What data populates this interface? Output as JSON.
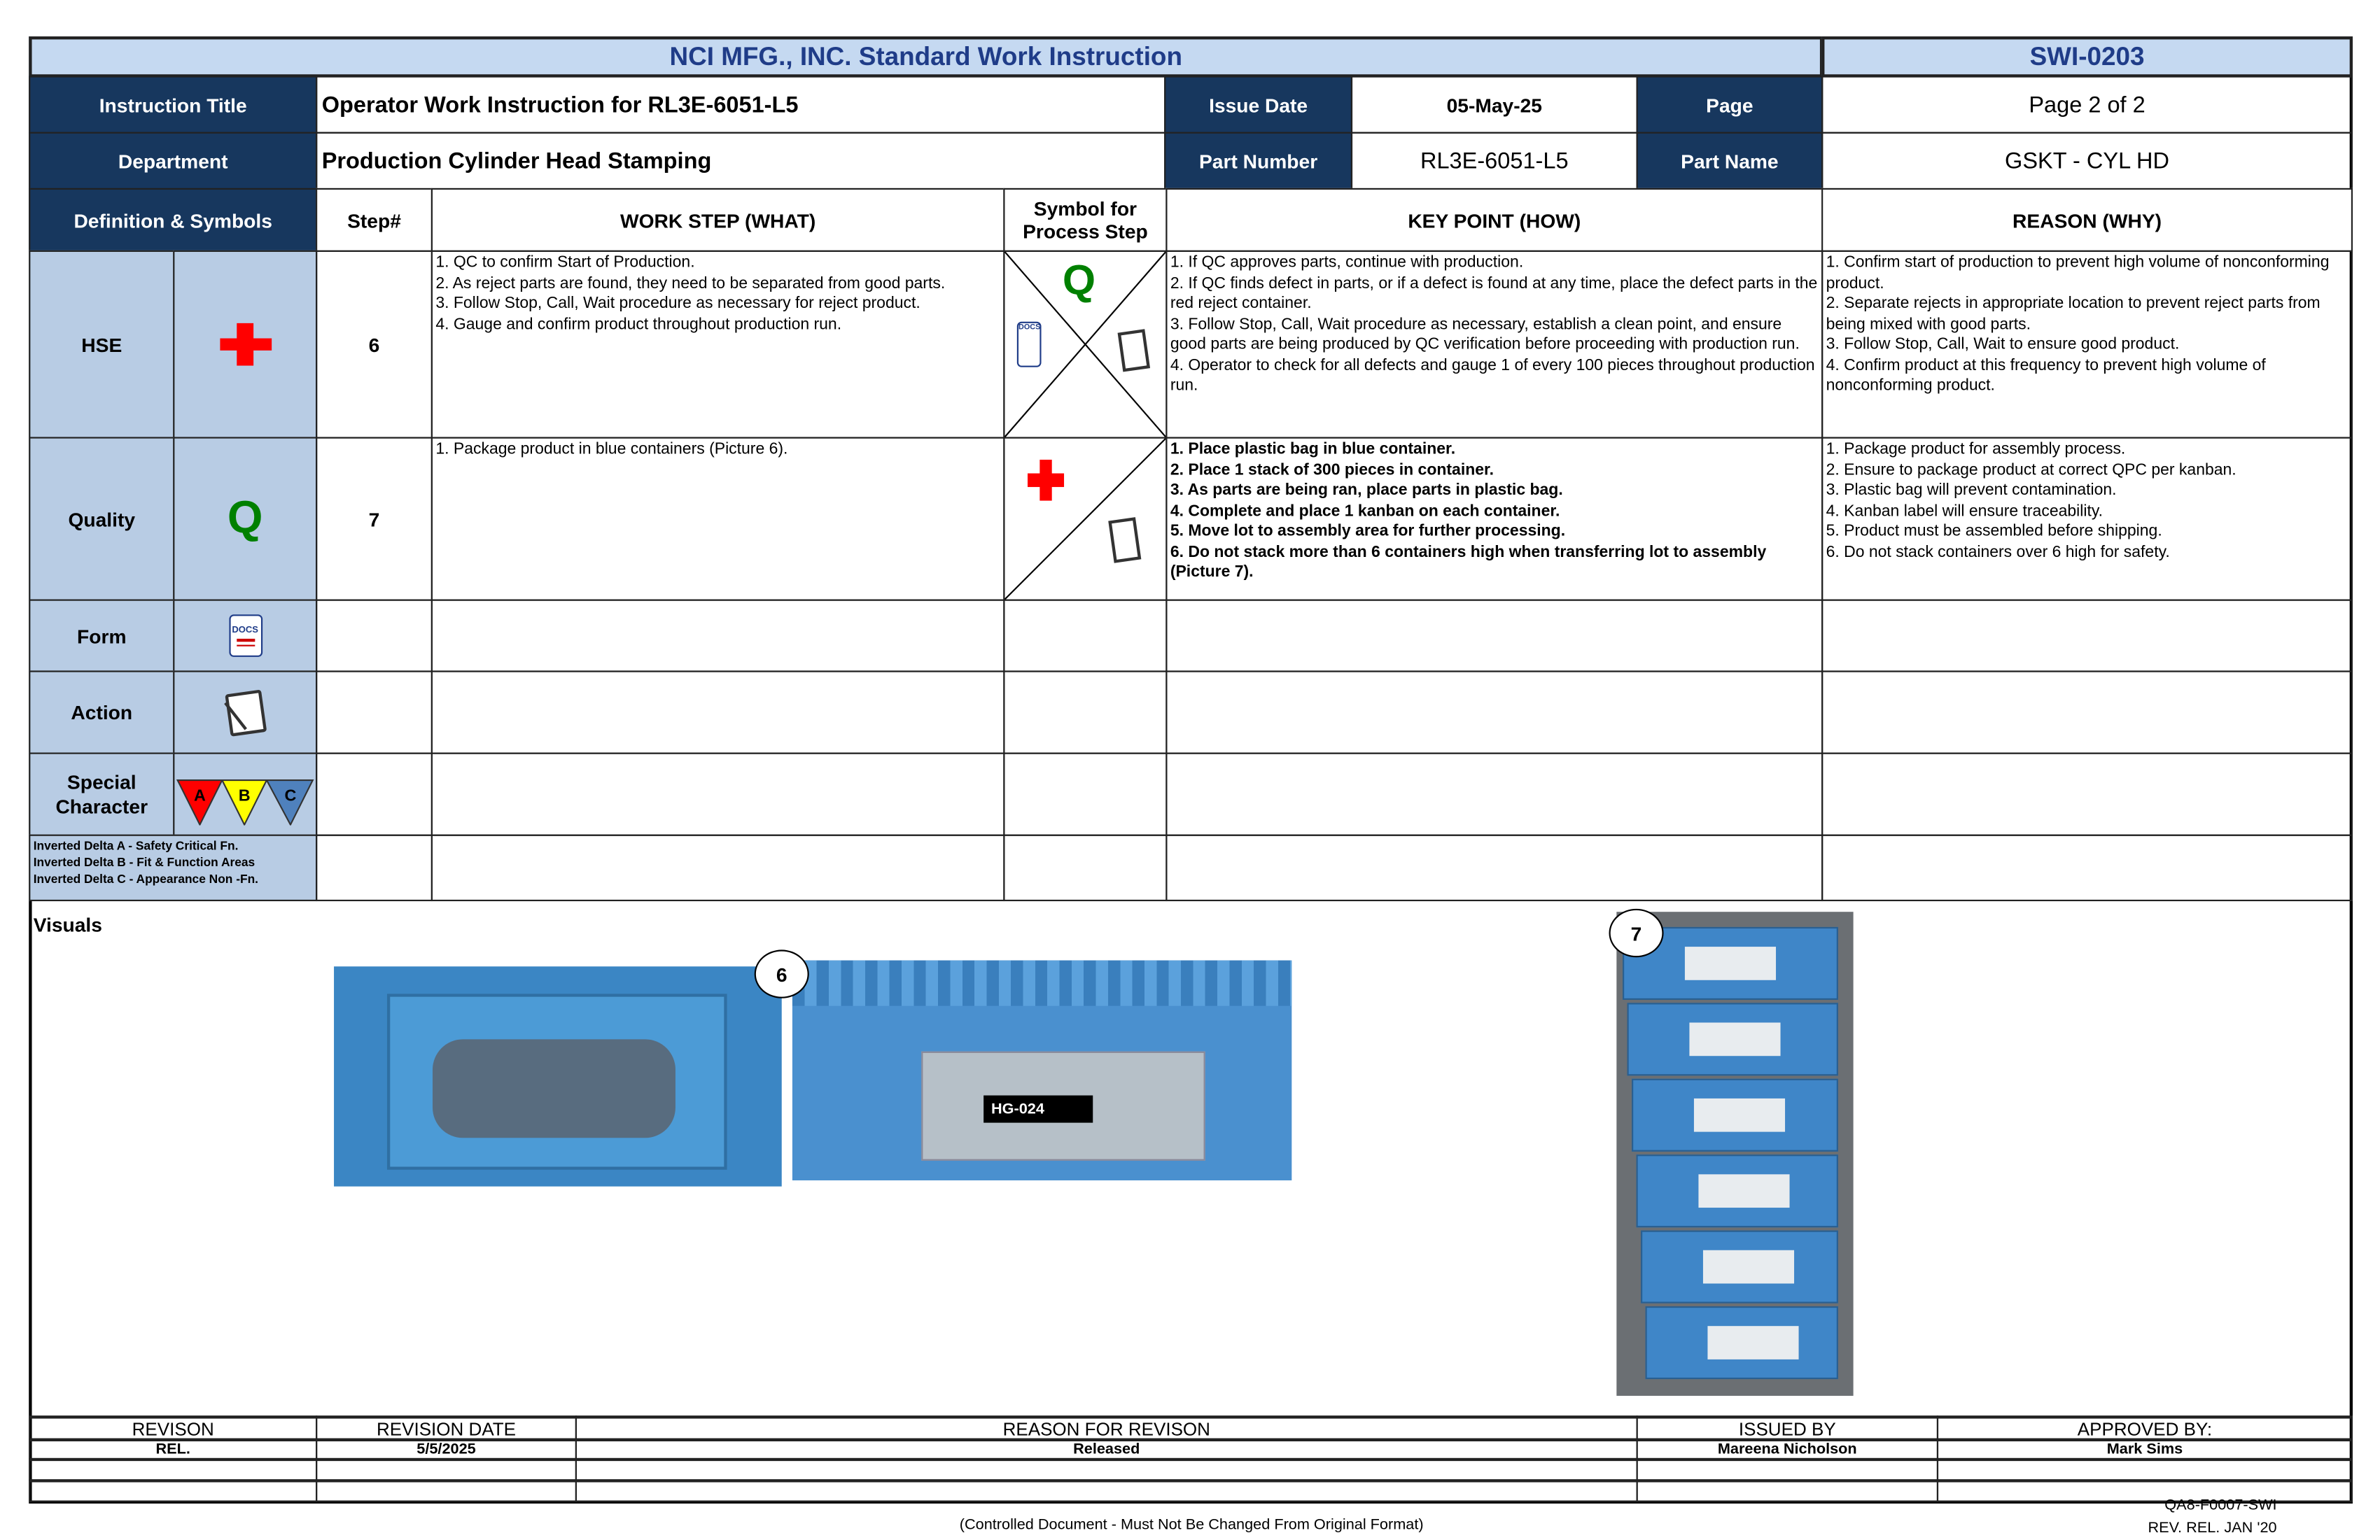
{
  "header": {
    "title": "NCI MFG., INC. Standard Work Instruction",
    "doc_id": "SWI-0203"
  },
  "info": {
    "instruction_title_label": "Instruction Title",
    "instruction_title": "Operator Work Instruction for RL3E-6051-L5",
    "issue_date_label": "Issue Date",
    "issue_date": "05-May-25",
    "page_label": "Page",
    "page": "Page 2 of 2",
    "department_label": "Department",
    "department": "Production Cylinder Head Stamping",
    "part_number_label": "Part Number",
    "part_number": "RL3E-6051-L5",
    "part_name_label": "Part Name",
    "part_name": "GSKT - CYL HD"
  },
  "columns": {
    "definitions": "Definition & Symbols",
    "step": "Step#",
    "work_step": "WORK STEP (WHAT)",
    "symbol": "Symbol for Process Step",
    "key_point": "KEY POINT (HOW)",
    "reason": "REASON (WHY)"
  },
  "symbols": {
    "hse": "HSE",
    "quality": "Quality",
    "form": "Form",
    "action": "Action",
    "special": "Special Character",
    "q_glyph": "Q",
    "form_icon_text": "DOCS",
    "deltas": [
      "A",
      "B",
      "C"
    ],
    "delta_colors": [
      "#ff0000",
      "#ffff00",
      "#4f81bd"
    ],
    "legend": [
      "Inverted Delta A - Safety Critical Fn.",
      "Inverted Delta B - Fit & Function Areas",
      "Inverted Delta C  - Appearance Non -Fn."
    ]
  },
  "steps": [
    {
      "number": "6",
      "work": [
        "1. QC to confirm Start of Production.",
        "2. As reject parts are found, they need to be separated from good parts.",
        "3. Follow Stop, Call, Wait procedure as necessary for reject product.",
        "4. Gauge and confirm product throughout production run."
      ],
      "symbols": [
        "quality-q-icon",
        "form-docs-icon",
        "action-clipboard-icon"
      ],
      "key": [
        "1. If QC approves parts, continue with production.",
        "2. If QC finds defect in parts, or if a defect is found at any time, place the defect parts in the red reject container.",
        "3. Follow Stop, Call, Wait procedure as necessary, establish a clean point, and ensure good parts are being produced by QC verification before proceeding with production run.",
        "4. Operator to check for all defects and gauge 1 of every 100 pieces throughout production run."
      ],
      "reason": [
        "1. Confirm start of production to prevent high volume of nonconforming product.",
        "2. Separate rejects in appropriate location to prevent reject parts from being mixed with good parts.",
        "3. Follow Stop, Call, Wait to ensure good product.",
        "4. Confirm product at this frequency to prevent high volume of nonconforming product."
      ]
    },
    {
      "number": "7",
      "work": [
        "1. Package product in blue containers (Picture 6)."
      ],
      "symbols": [
        "hse-cross-icon",
        "action-clipboard-icon"
      ],
      "key": [
        "1. Place plastic bag in blue container.",
        "2. Place 1 stack of 300 pieces in container.",
        "3. As parts are being ran, place parts in plastic bag.",
        "4. Complete and place 1 kanban on each container.",
        "5. Move lot to assembly area for further processing.",
        "6. Do not stack more than 6 containers high when transferring lot to assembly (Picture 7)."
      ],
      "reason": [
        "1. Package product for assembly process.",
        "2. Ensure to package product at correct QPC per kanban.",
        "3. Plastic bag will prevent contamination.",
        "4. Kanban label will ensure traceability.",
        "5. Product must be assembled before shipping.",
        "6. Do not stack containers over 6 high for safety."
      ]
    }
  ],
  "visuals": {
    "label": "Visuals",
    "picture_6": "6",
    "picture_7": "7",
    "container_label": "HG-024"
  },
  "revision": {
    "headers": [
      "REVISON",
      "REVISION DATE",
      "REASON FOR REVISON",
      "ISSUED BY",
      "APPROVED BY:"
    ],
    "rows": [
      [
        "REL.",
        "5/5/2025",
        "Released",
        "Mareena Nicholson",
        "Mark Sims"
      ]
    ]
  },
  "footer": {
    "controlled": "(Controlled Document - Must Not Be Changed From Original Format)",
    "form_id": "QA8-F0007-SWI",
    "form_rev": "REV. REL. JAN '20"
  },
  "colors": {
    "navy": "#17375e",
    "light_blue": "#b8cce4",
    "title_bg": "#c5d9f1",
    "hse_red": "#ff0000",
    "quality_green": "#008000"
  }
}
